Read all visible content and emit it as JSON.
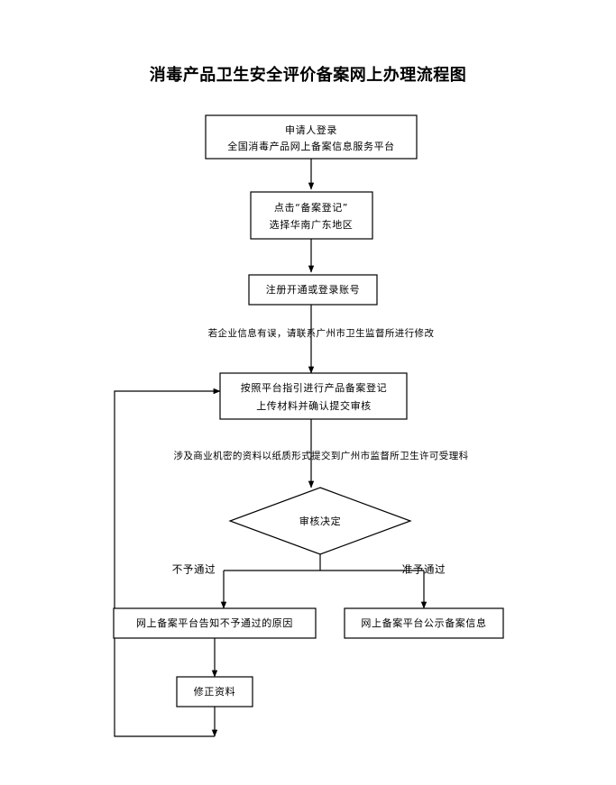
{
  "document": {
    "title": "消毒产品卫生安全评价备案网上办理流程图",
    "background_color": "#ffffff",
    "line_color": "#000000",
    "text_color": "#000000"
  },
  "chart_data": {
    "type": "diagram",
    "diagram_kind": "flowchart",
    "title": "消毒产品卫生安全评价备案网上办理流程图",
    "orientation": "top-to-bottom",
    "nodes": [
      {
        "id": "n1",
        "shape": "rectangle",
        "lines": [
          "申请人登录",
          "全国消毒产品网上备案信息服务平台"
        ]
      },
      {
        "id": "n2",
        "shape": "rectangle",
        "lines": [
          "点击“备案登记”",
          "选择华南广东地区"
        ]
      },
      {
        "id": "n3",
        "shape": "rectangle",
        "lines": [
          "注册开通或登录账号"
        ]
      },
      {
        "id": "n4",
        "shape": "rectangle",
        "lines": [
          "按照平台指引进行产品备案登记",
          "上传材料并确认提交审核"
        ]
      },
      {
        "id": "n5",
        "shape": "diamond",
        "lines": [
          "审核决定"
        ]
      },
      {
        "id": "n6",
        "shape": "rectangle",
        "lines": [
          "网上备案平台告知不予通过的原因"
        ]
      },
      {
        "id": "n7",
        "shape": "rectangle",
        "lines": [
          "网上备案平台公示备案信息"
        ]
      },
      {
        "id": "n8",
        "shape": "rectangle",
        "lines": [
          "修正资料"
        ]
      }
    ],
    "notes": [
      {
        "id": "note1",
        "text": "若企业信息有误，请联系广州市卫生监督所进行修改"
      },
      {
        "id": "note2",
        "text": "涉及商业机密的资料以纸质形式提交到广州市监督所卫生许可受理科"
      }
    ],
    "edges": [
      {
        "from": "n1",
        "to": "n2",
        "label": ""
      },
      {
        "from": "n2",
        "to": "n3",
        "label": ""
      },
      {
        "from": "n3",
        "to": "n4",
        "label": ""
      },
      {
        "from": "n4",
        "to": "n5",
        "label": ""
      },
      {
        "from": "n5",
        "to": "n6",
        "label": "不予通过"
      },
      {
        "from": "n5",
        "to": "n7",
        "label": "准予通过"
      },
      {
        "from": "n6",
        "to": "n8",
        "label": ""
      },
      {
        "from": "n8",
        "to": "n4",
        "label": "",
        "kind": "feedback-loop"
      }
    ],
    "branch_labels": {
      "reject": "不予通过",
      "approve": "准予通过"
    }
  }
}
